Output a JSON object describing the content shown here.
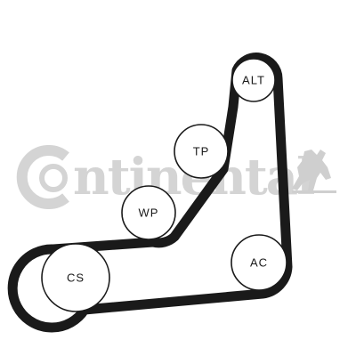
{
  "watermark": {
    "brand_text": "ntinental",
    "logo": "continental-horse-logo",
    "color": "#d4d4d4"
  },
  "pulleys": [
    {
      "id": "alt",
      "label": "ALT"
    },
    {
      "id": "tp",
      "label": "TP"
    },
    {
      "id": "wp",
      "label": "WP"
    },
    {
      "id": "ac",
      "label": "AC"
    },
    {
      "id": "cs",
      "label": "CS"
    }
  ],
  "colors": {
    "belt": "#1a1a1a",
    "pulley_outline": "#1a1a1a",
    "background": "#ffffff"
  }
}
